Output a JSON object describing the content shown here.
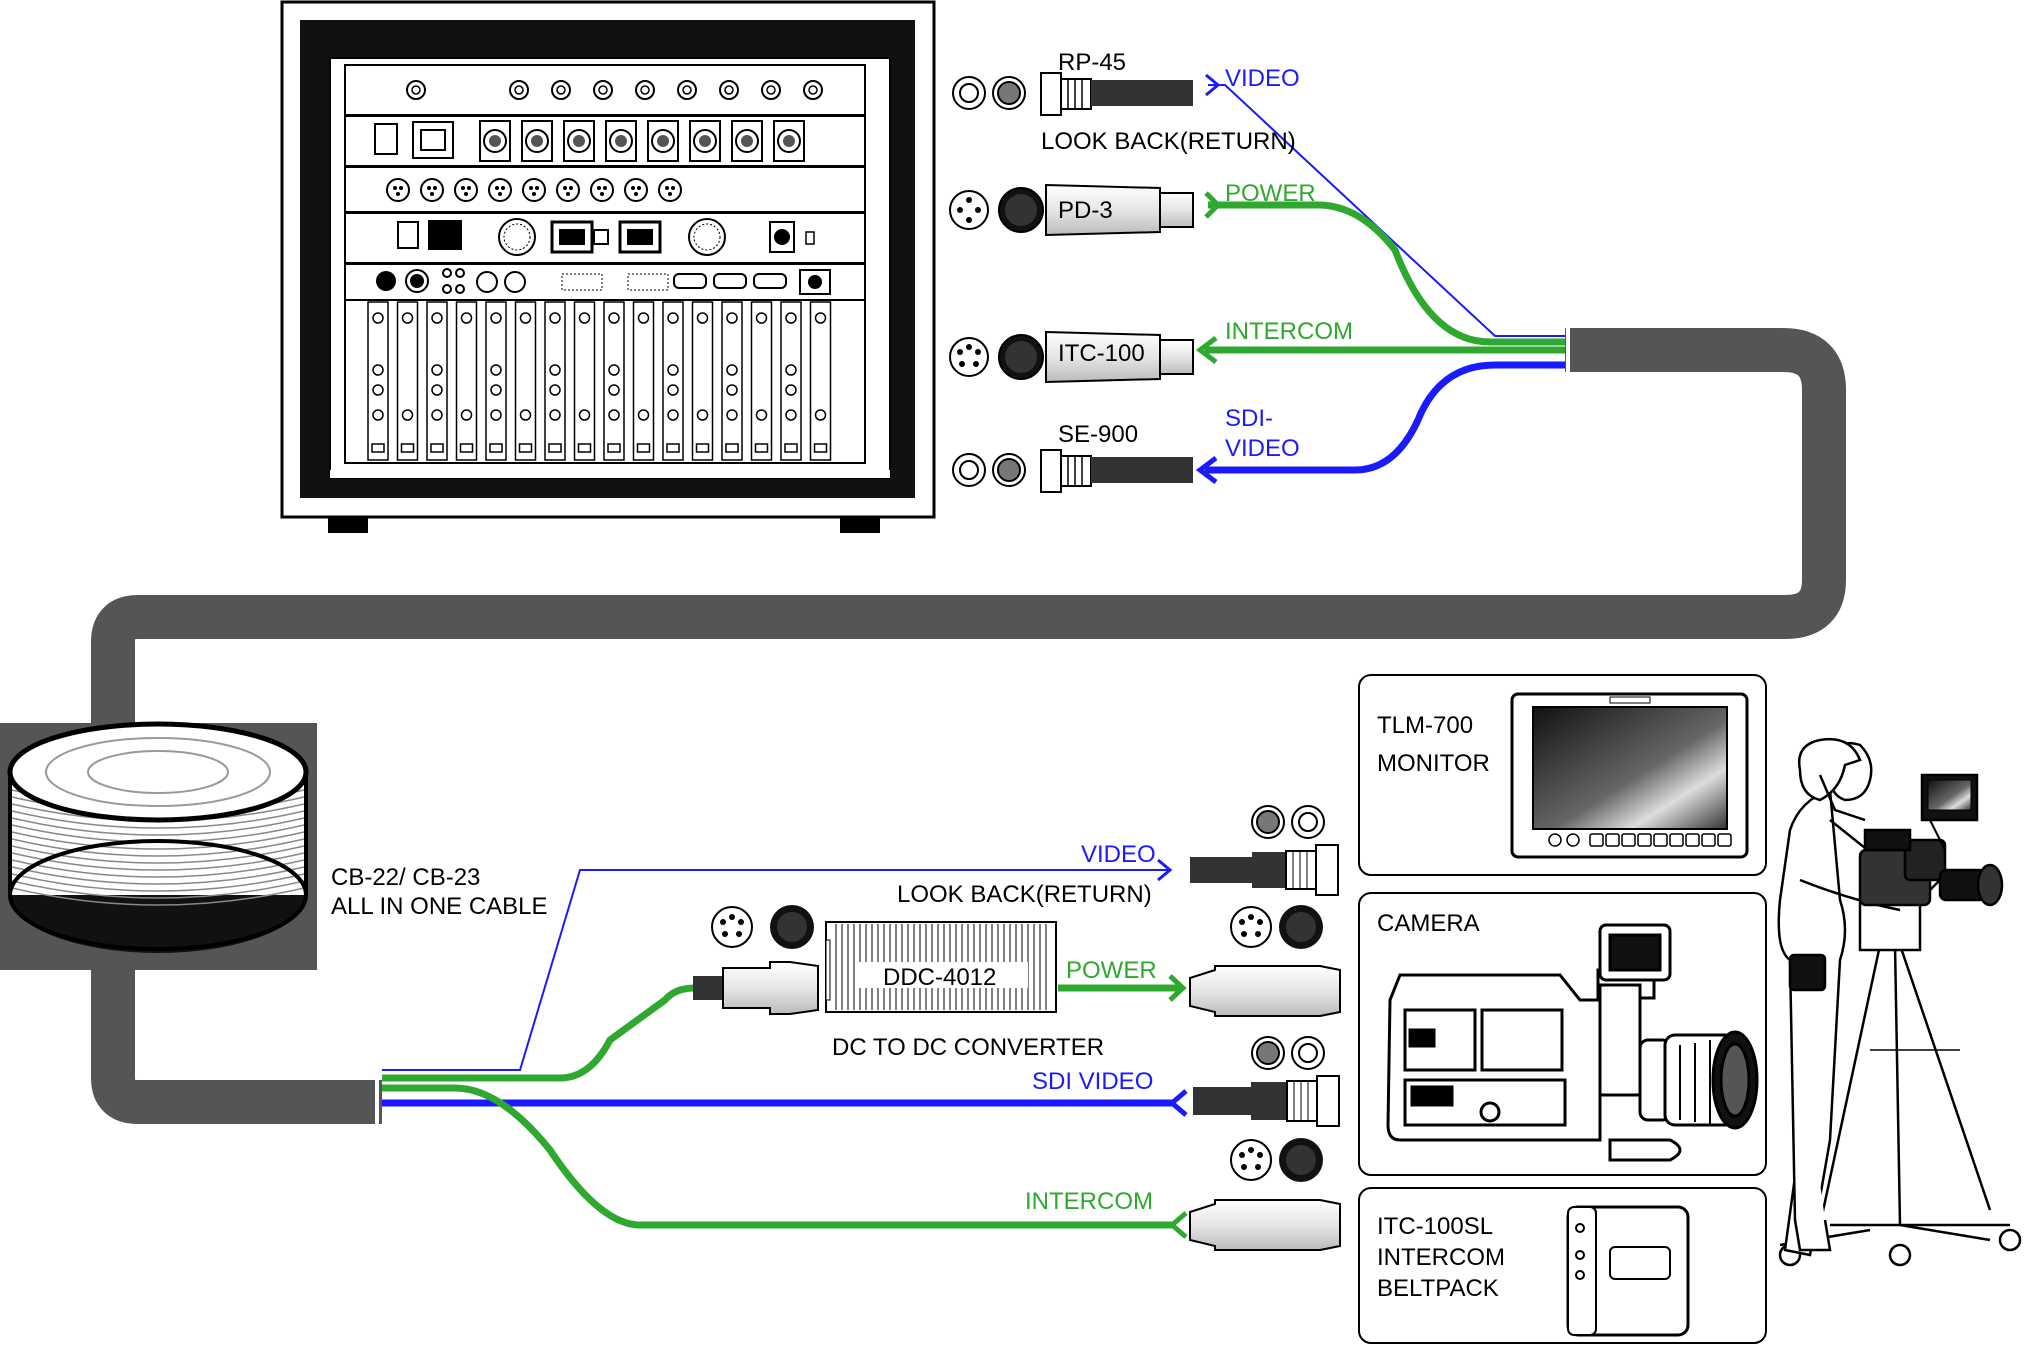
{
  "colors": {
    "video": "#1a1aff",
    "power": "#2fa82f",
    "intercom": "#2fa82f",
    "sdi": "#1a1aff",
    "trunk_cable": "#555555",
    "reel_box": "#555555"
  },
  "base_station": {
    "connectors": [
      {
        "model": "RP-45",
        "signal": "VIDEO",
        "note": "LOOK BACK(RETURN)"
      },
      {
        "model": "PD-3",
        "signal": "POWER"
      },
      {
        "model": "ITC-100",
        "signal": "INTERCOM"
      },
      {
        "model": "SE-900",
        "signal_line1": "SDI-",
        "signal_line2": "VIDEO"
      }
    ]
  },
  "cable": {
    "label_line1": "CB-22/ CB-23",
    "label_line2": "ALL IN ONE CABLE"
  },
  "camera_side": {
    "video_label": "VIDEO",
    "video_note": "LOOK BACK(RETURN)",
    "converter_model": "DDC-4012",
    "converter_caption": "DC TO DC CONVERTER",
    "power_label": "POWER",
    "sdi_label": "SDI VIDEO",
    "intercom_label": "INTERCOM"
  },
  "devices": {
    "monitor": {
      "line1": "TLM-700",
      "line2": "MONITOR"
    },
    "camera": {
      "line1": "CAMERA"
    },
    "beltpack": {
      "line1": "ITC-100SL",
      "line2": "INTERCOM",
      "line3": "BELTPACK"
    }
  }
}
